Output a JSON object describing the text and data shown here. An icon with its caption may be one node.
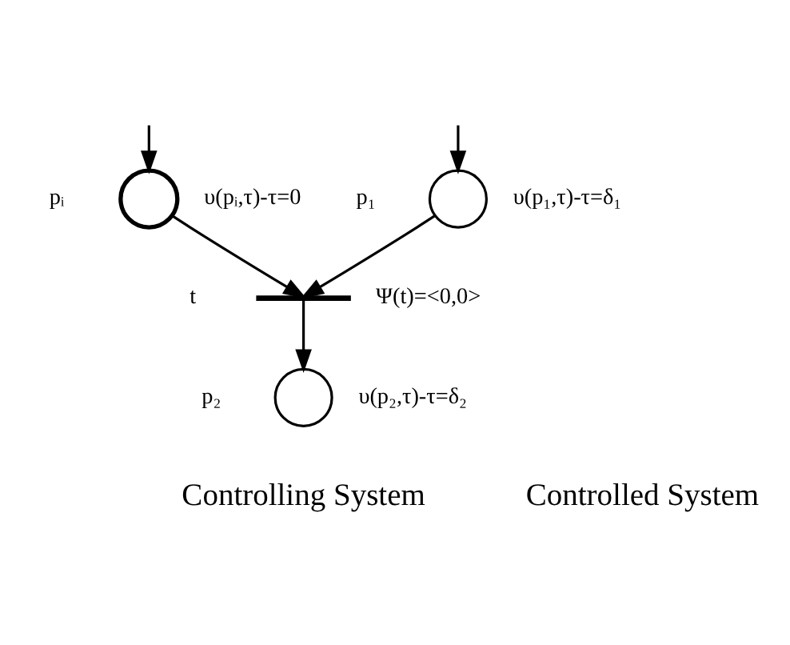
{
  "diagram": {
    "nodes": [
      {
        "text": [],
        "shape": "circle",
        "beside": [
          "p₁",
          "υ(p₁,τ)-τ=δ₁"
        ]
      },
      {
        "text": [],
        "shape": "circle",
        "beside": [
          "pᵢ",
          "υ(pᵢ,τ)-τ=0"
        ]
      },
      {
        "text": [],
        "shape": "bar",
        "beside": [
          "t",
          "Ψ(t)=<0,0>"
        ]
      },
      {
        "text": [],
        "shape": "circle",
        "beside": [
          "p₂",
          "υ(p₂,τ)-τ=δ₂"
        ]
      }
    ],
    "edges": [
      {
        "from": null,
        "to": 0,
        "arrow": "to"
      },
      {
        "from": null,
        "to": 1,
        "arrow": "to"
      },
      {
        "from": 0,
        "to": 2,
        "arrow": "to"
      },
      {
        "from": 1,
        "to": 2,
        "arrow": "to"
      },
      {
        "from": 2,
        "to": 3,
        "arrow": "to"
      }
    ],
    "labels": [
      "Controlling System",
      "Controlled System"
    ]
  }
}
